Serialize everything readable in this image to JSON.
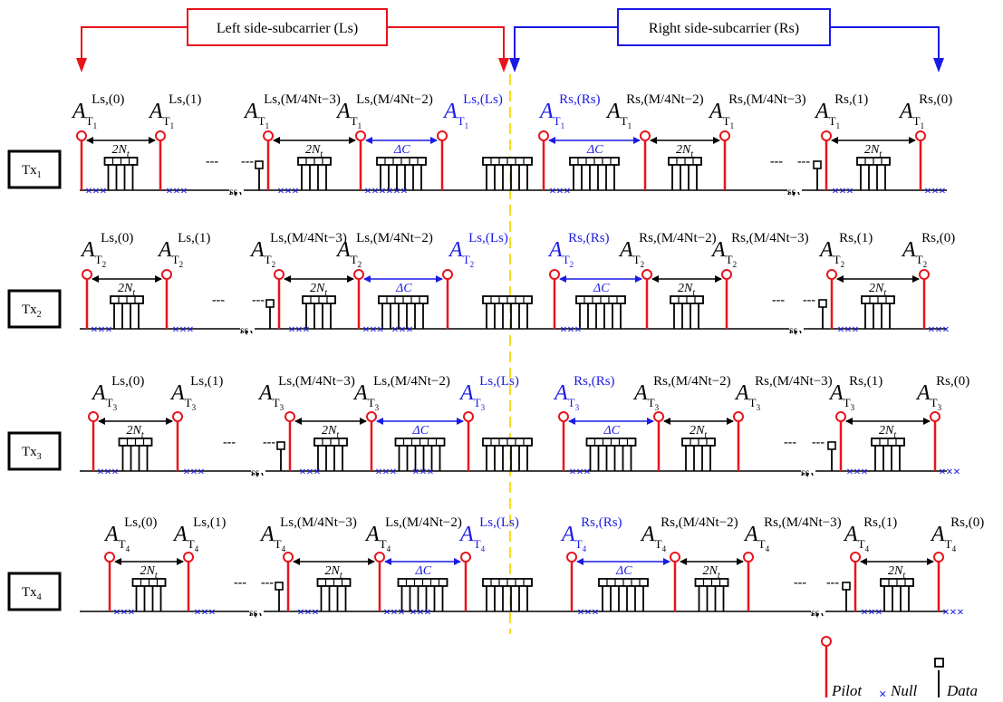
{
  "headers": {
    "left": {
      "label": "Left side-subcarrier (Ls)",
      "color": "#e8141c"
    },
    "right": {
      "label": "Right side-subcarrier (Rs)",
      "color": "#1a1ae6"
    }
  },
  "rows": [
    {
      "tx": "Tx",
      "tx_sub": "1",
      "index": "1"
    },
    {
      "tx": "Tx",
      "tx_sub": "2",
      "index": "2"
    },
    {
      "tx": "Tx",
      "tx_sub": "3",
      "index": "3"
    },
    {
      "tx": "Tx",
      "tx_sub": "4",
      "index": "4"
    }
  ],
  "labels": {
    "amp": "A",
    "tsub": "T",
    "ls0": "Ls,(0)",
    "ls1": "Ls,(1)",
    "ls_m3": "Ls,(M/4Nt−3)",
    "ls_m2": "Ls,(M/4Nt−2)",
    "ls_ls": "Ls,(Ls)",
    "rs_rs": "Rs,(Rs)",
    "rs_m2": "Rs,(M/4Nt−2)",
    "rs_m3": "Rs,(M/4Nt−3)",
    "rs1": "Rs,(1)",
    "rs0": "Rs,(0)"
  },
  "spacing": {
    "two_nt": "2N",
    "nt_sub": "t",
    "delta_c": "ΔC"
  },
  "ellipsis": "---",
  "legend": {
    "pilot": "Pilot",
    "null": "Null",
    "data": "Data"
  },
  "colors": {
    "pilot": "#e8141c",
    "null": "#1a1ae6",
    "accent": "#1a1ae6",
    "divider": "#f0e020",
    "ink": "#000000"
  }
}
